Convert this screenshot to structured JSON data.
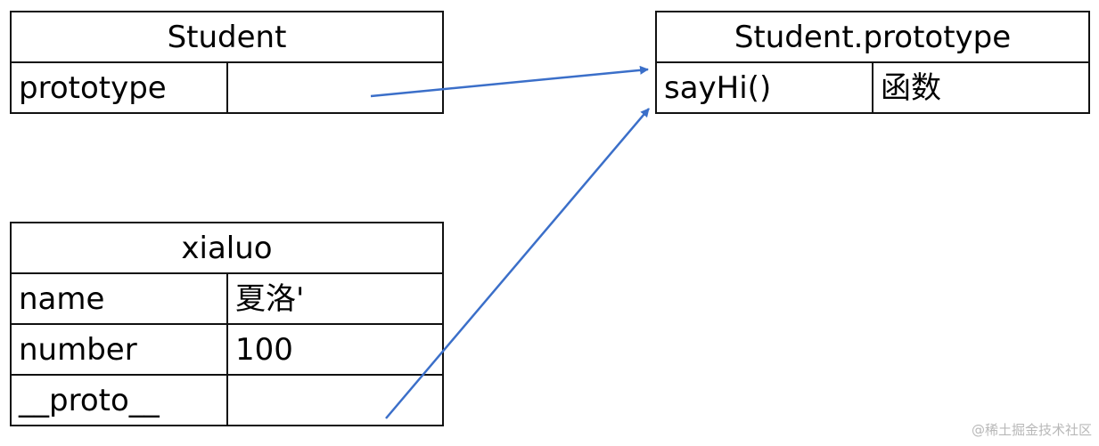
{
  "student": {
    "title": "Student",
    "rows": [
      {
        "key": "prototype",
        "value": ""
      }
    ]
  },
  "student_prototype": {
    "title": "Student.prototype",
    "rows": [
      {
        "key": "sayHi()",
        "value": "函数"
      }
    ]
  },
  "xialuo": {
    "title": "xialuo",
    "rows": [
      {
        "key": "name",
        "value": "夏洛'"
      },
      {
        "key": "number",
        "value": "100"
      },
      {
        "key": "__proto__",
        "value": ""
      }
    ]
  },
  "colors": {
    "arrow": "#3b6fc9",
    "border": "#111111"
  },
  "watermark": "@稀土掘金技术社区"
}
